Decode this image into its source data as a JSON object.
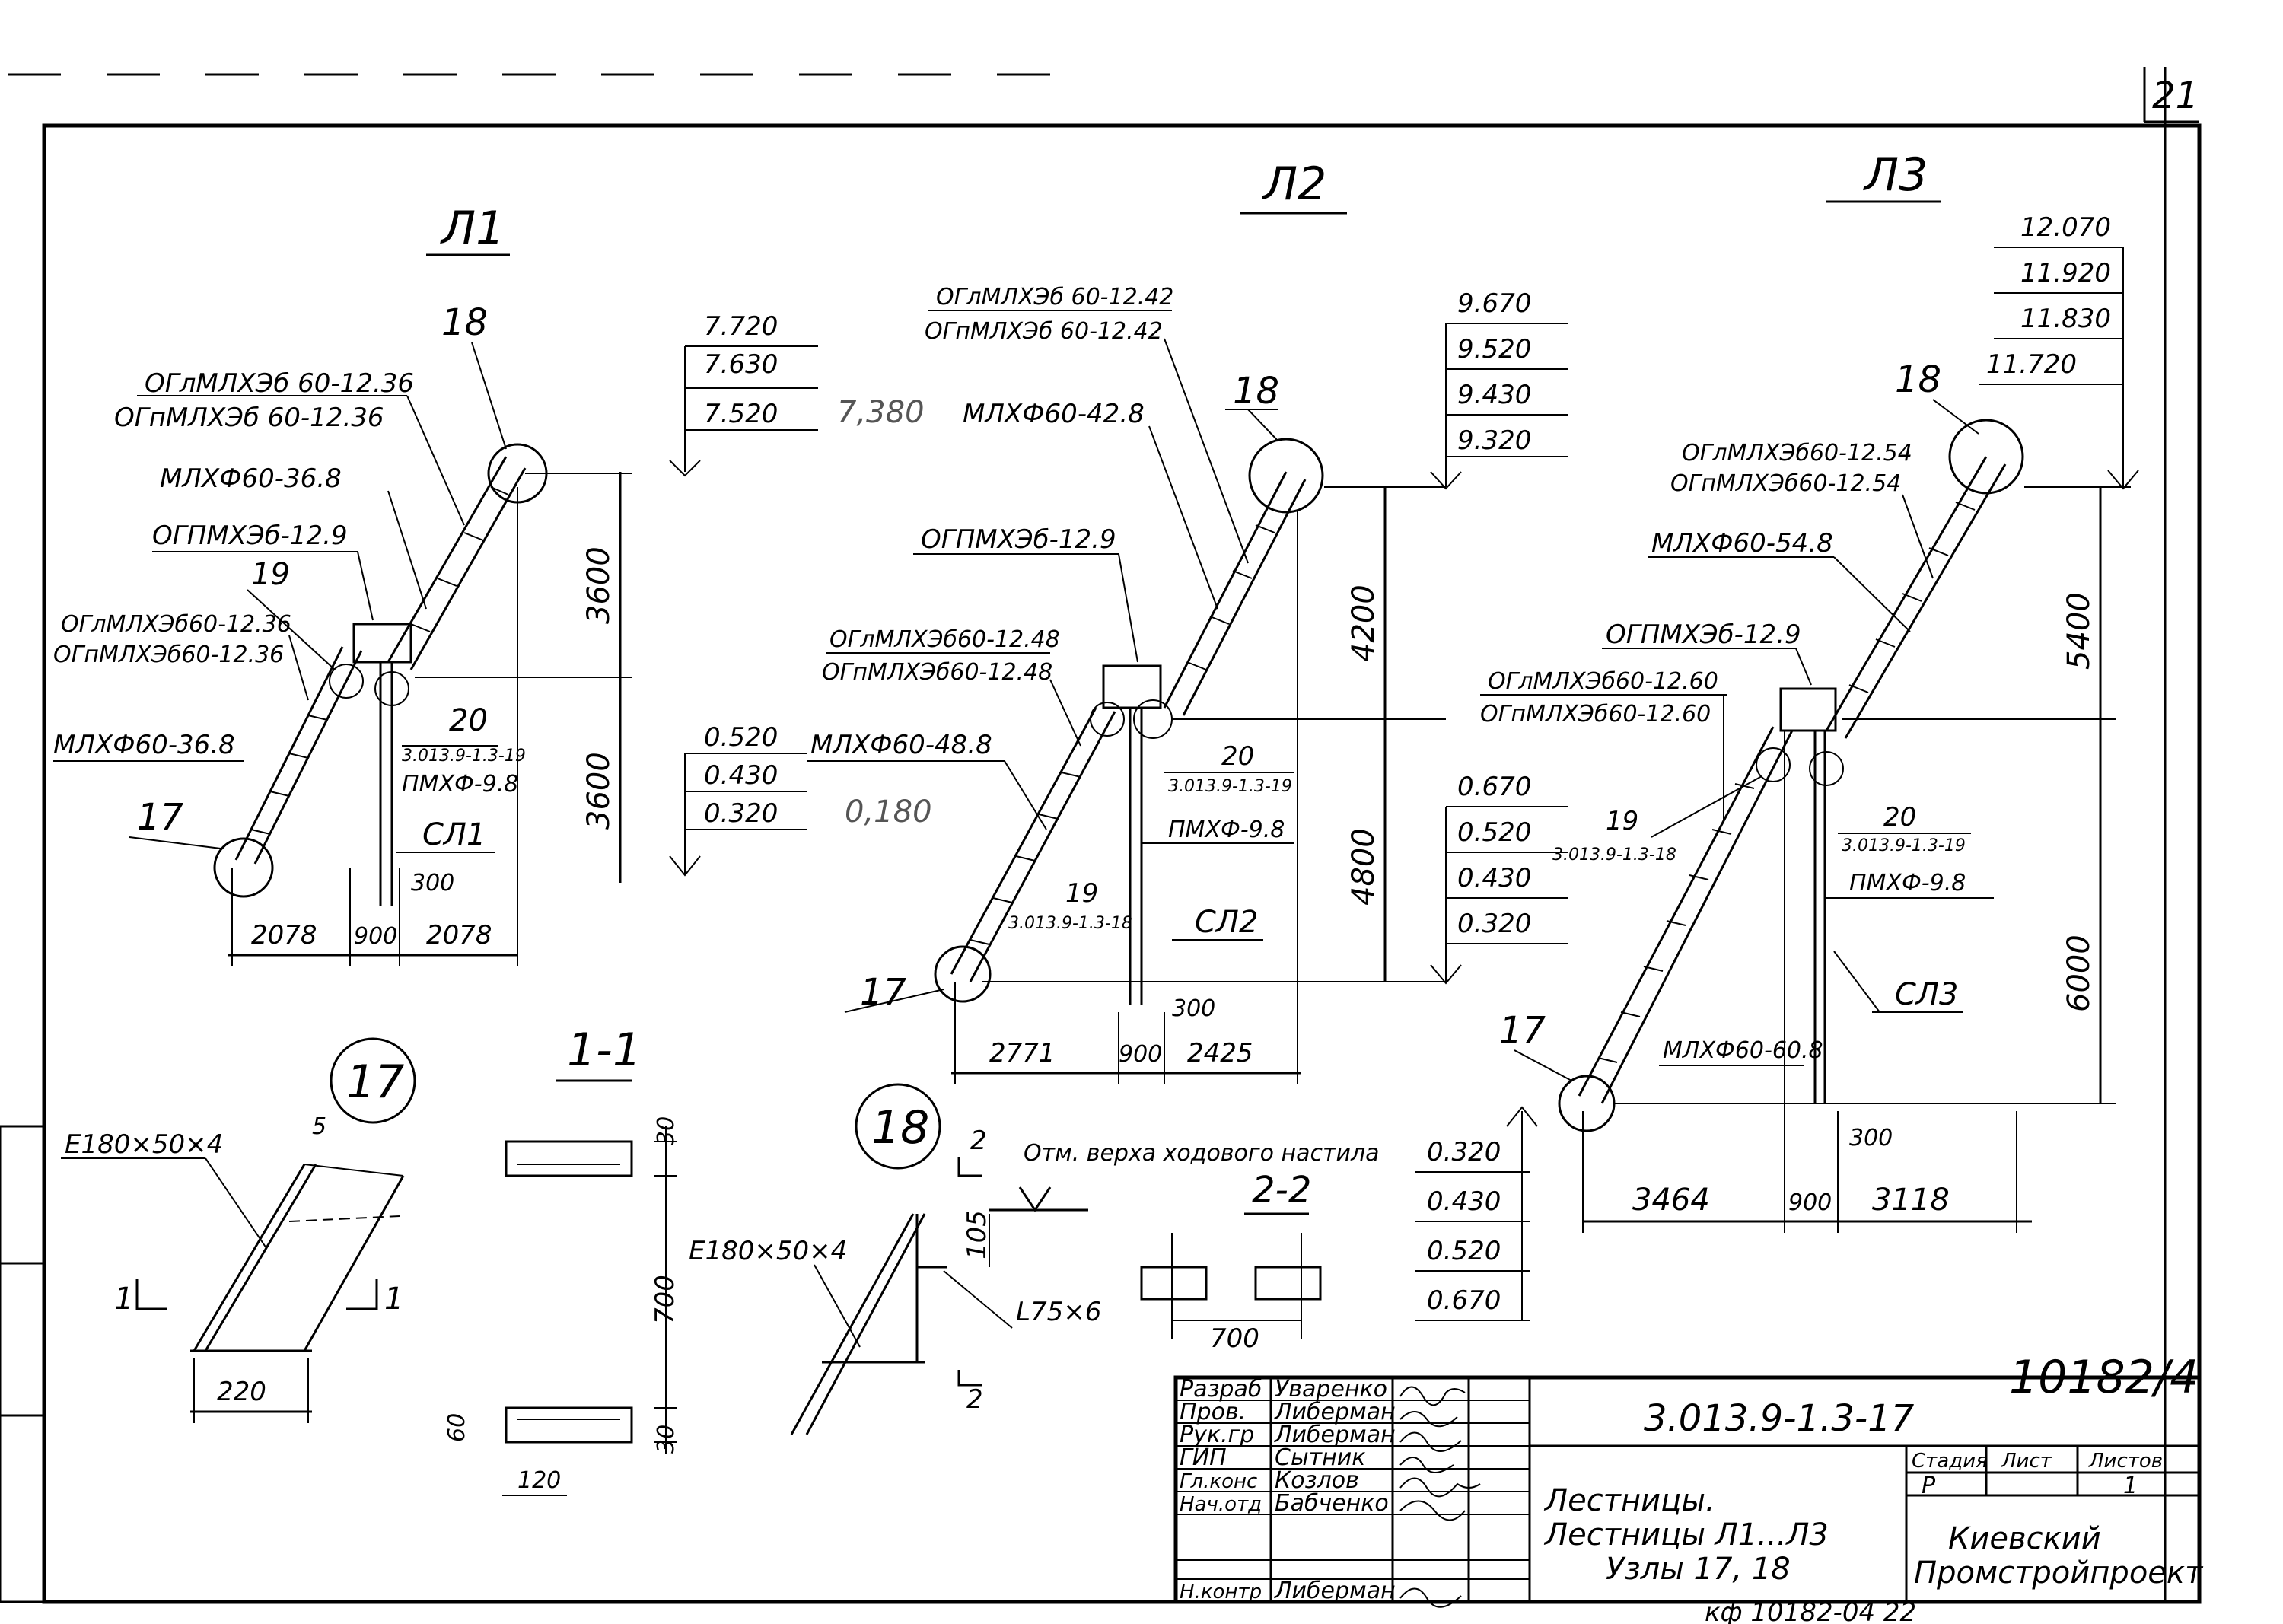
{
  "sheet": {
    "page_number": "21",
    "archive_number": "10182/4",
    "footer_code": "кф 10182-04  22"
  },
  "ladder_l1": {
    "title": "Л1",
    "node_top": "18",
    "node_bottom": "17",
    "node_19": "19",
    "node_20": "20",
    "node_20_ref": "3.013.9-1.3-19",
    "label_ogl_1": "ОГлМЛХЭб 60-12.36",
    "label_ogp_1": "ОГпМЛХЭб 60-12.36",
    "label_mlhf_upper": "МЛХФ60-36.8",
    "label_ogpmh": "ОГПМХЭб-12.9",
    "label_ogl_2": "ОГлМЛХЭб60-12.36",
    "label_ogp_2": "ОГпМЛХЭб60-12.36",
    "label_mlhf_lower": "МЛХФ60-36.8",
    "label_pmhf": "ПМХФ-9.8",
    "label_sl": "СЛ1",
    "elev_top": [
      "7.720",
      "7.630",
      "7.520"
    ],
    "elev_note": "7,380",
    "elev_mid": [
      "0.520",
      "0.430",
      "0.320"
    ],
    "height_upper": "3600",
    "height_lower": "3600",
    "dim_300": "300",
    "dims_bottom": [
      "2078",
      "900",
      "2078"
    ]
  },
  "ladder_l2": {
    "title": "Л2",
    "node_top": "18",
    "node_bottom": "17",
    "node_19": "19",
    "node_19_ref": "3.013.9-1.3-18",
    "node_20": "20",
    "node_20_ref": "3.013.9-1.3-19",
    "label_ogl_top": "ОГлМЛХЭб 60-12.42",
    "label_ogp_top": "ОГпМЛХЭб 60-12.42",
    "label_mlhf_upper": "МЛХФ60-42.8",
    "label_ogpmh": "ОГПМХЭб-12.9",
    "label_ogl_mid": "ОГлМЛХЭб60-12.48",
    "label_ogp_mid": "ОГпМЛХЭб60-12.48",
    "label_mlhf_lower": "МЛХФ60-48.8",
    "label_pmhf": "ПМХФ-9.8",
    "label_sl": "СЛ2",
    "elev_top": [
      "9.670",
      "9.520",
      "9.430",
      "9.320"
    ],
    "elev_low": [
      "0.670",
      "0.520",
      "0.430",
      "0.320"
    ],
    "elev_note": "0,180",
    "height_upper": "4200",
    "height_lower": "4800",
    "dim_300": "300",
    "dims_bottom": [
      "2771",
      "900",
      "2425"
    ]
  },
  "ladder_l3": {
    "title": "Л3",
    "node_top": "18",
    "node_bottom": "17",
    "node_19": "19",
    "node_19_ref": "3.013.9-1.3-18",
    "node_20": "20",
    "node_20_ref": "3.013.9-1.3-19",
    "label_ogl_top": "ОГлМЛХЭб60-12.54",
    "label_ogp_top": "ОГпМЛХЭб60-12.54",
    "label_mlhf_upper": "МЛХФ60-54.8",
    "label_ogpmh": "ОГПМХЭб-12.9",
    "label_ogl_mid": "ОГлМЛХЭб60-12.60",
    "label_ogp_mid": "ОГпМЛХЭб60-12.60",
    "label_mlhf_lower": "МЛХФ60-60.8",
    "label_pmhf": "ПМХФ-9.8",
    "label_sl": "СЛ3",
    "elev_top": [
      "12.070",
      "11.920",
      "11.830",
      "11.720"
    ],
    "elev_low": [
      "0.320",
      "0.430",
      "0.520",
      "0.670"
    ],
    "height_upper": "5400",
    "height_lower": "6000",
    "dim_300": "300",
    "dims_bottom": [
      "3464",
      "900",
      "3118"
    ]
  },
  "node_17": {
    "number": "17",
    "channel": "Е180×50×4",
    "dim_width": "220",
    "dim_5": "5",
    "section_mark": "1"
  },
  "section_1_1": {
    "title": "1-1",
    "dims": [
      "30",
      "700",
      "60",
      "30",
      "120"
    ]
  },
  "node_18": {
    "number": "18",
    "note": "Отм. верха ходового настила",
    "channel": "Е180×50×4",
    "angle": "L75×6",
    "dim_105": "105",
    "dim_700": "700",
    "section_mark": "2"
  },
  "section_2_2": {
    "title": "2-2",
    "dim_700": "700"
  },
  "title_block": {
    "doc_code": "3.013.9-1.3-17",
    "roles": [
      "Разраб",
      "Пров.",
      "Рук.гр",
      "ГИП",
      "Гл.конс",
      "Нач.отд",
      "Н.контр"
    ],
    "names": [
      "Уваренко",
      "Либерман",
      "Либерман",
      "Сытник",
      "Козлов",
      "Бабченко",
      "Либерман"
    ],
    "title_line1": "Лестницы.",
    "title_line2": "Лестницы Л1...Л3",
    "title_line3": "Узлы 17, 18",
    "stage_header": "Стадия",
    "sheet_header": "Лист",
    "sheets_header": "Листов",
    "stage_value": "Р",
    "sheets_value": "1",
    "organization_line1": "Киевский",
    "organization_line2": "Промстройпроект"
  }
}
